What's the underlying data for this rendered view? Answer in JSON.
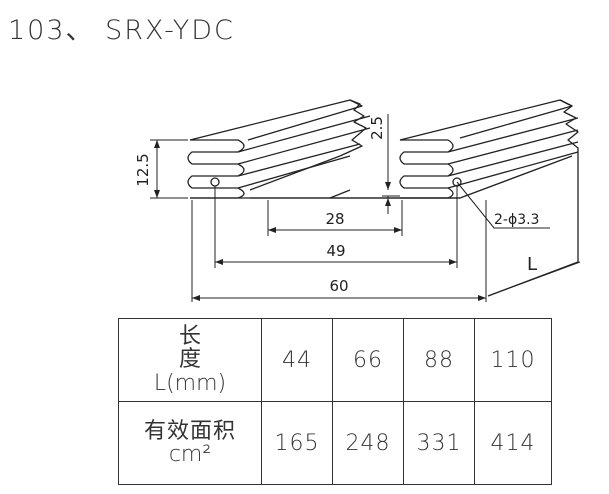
{
  "title": "103、 SRX-YDC",
  "dimensions": {
    "height": "12.5",
    "rib": "2.5",
    "inner": "28",
    "middle": "49",
    "overall": "60",
    "hole": "2-ϕ3.3",
    "length": "L"
  },
  "table": {
    "row1": {
      "label_top": "长 度",
      "label_bottom": "L(mm)",
      "values": [
        "44",
        "66",
        "88",
        "110"
      ]
    },
    "row2": {
      "label_top": "有效面积",
      "label_bottom": "cm²",
      "values": [
        "165",
        "248",
        "331",
        "414"
      ]
    }
  }
}
